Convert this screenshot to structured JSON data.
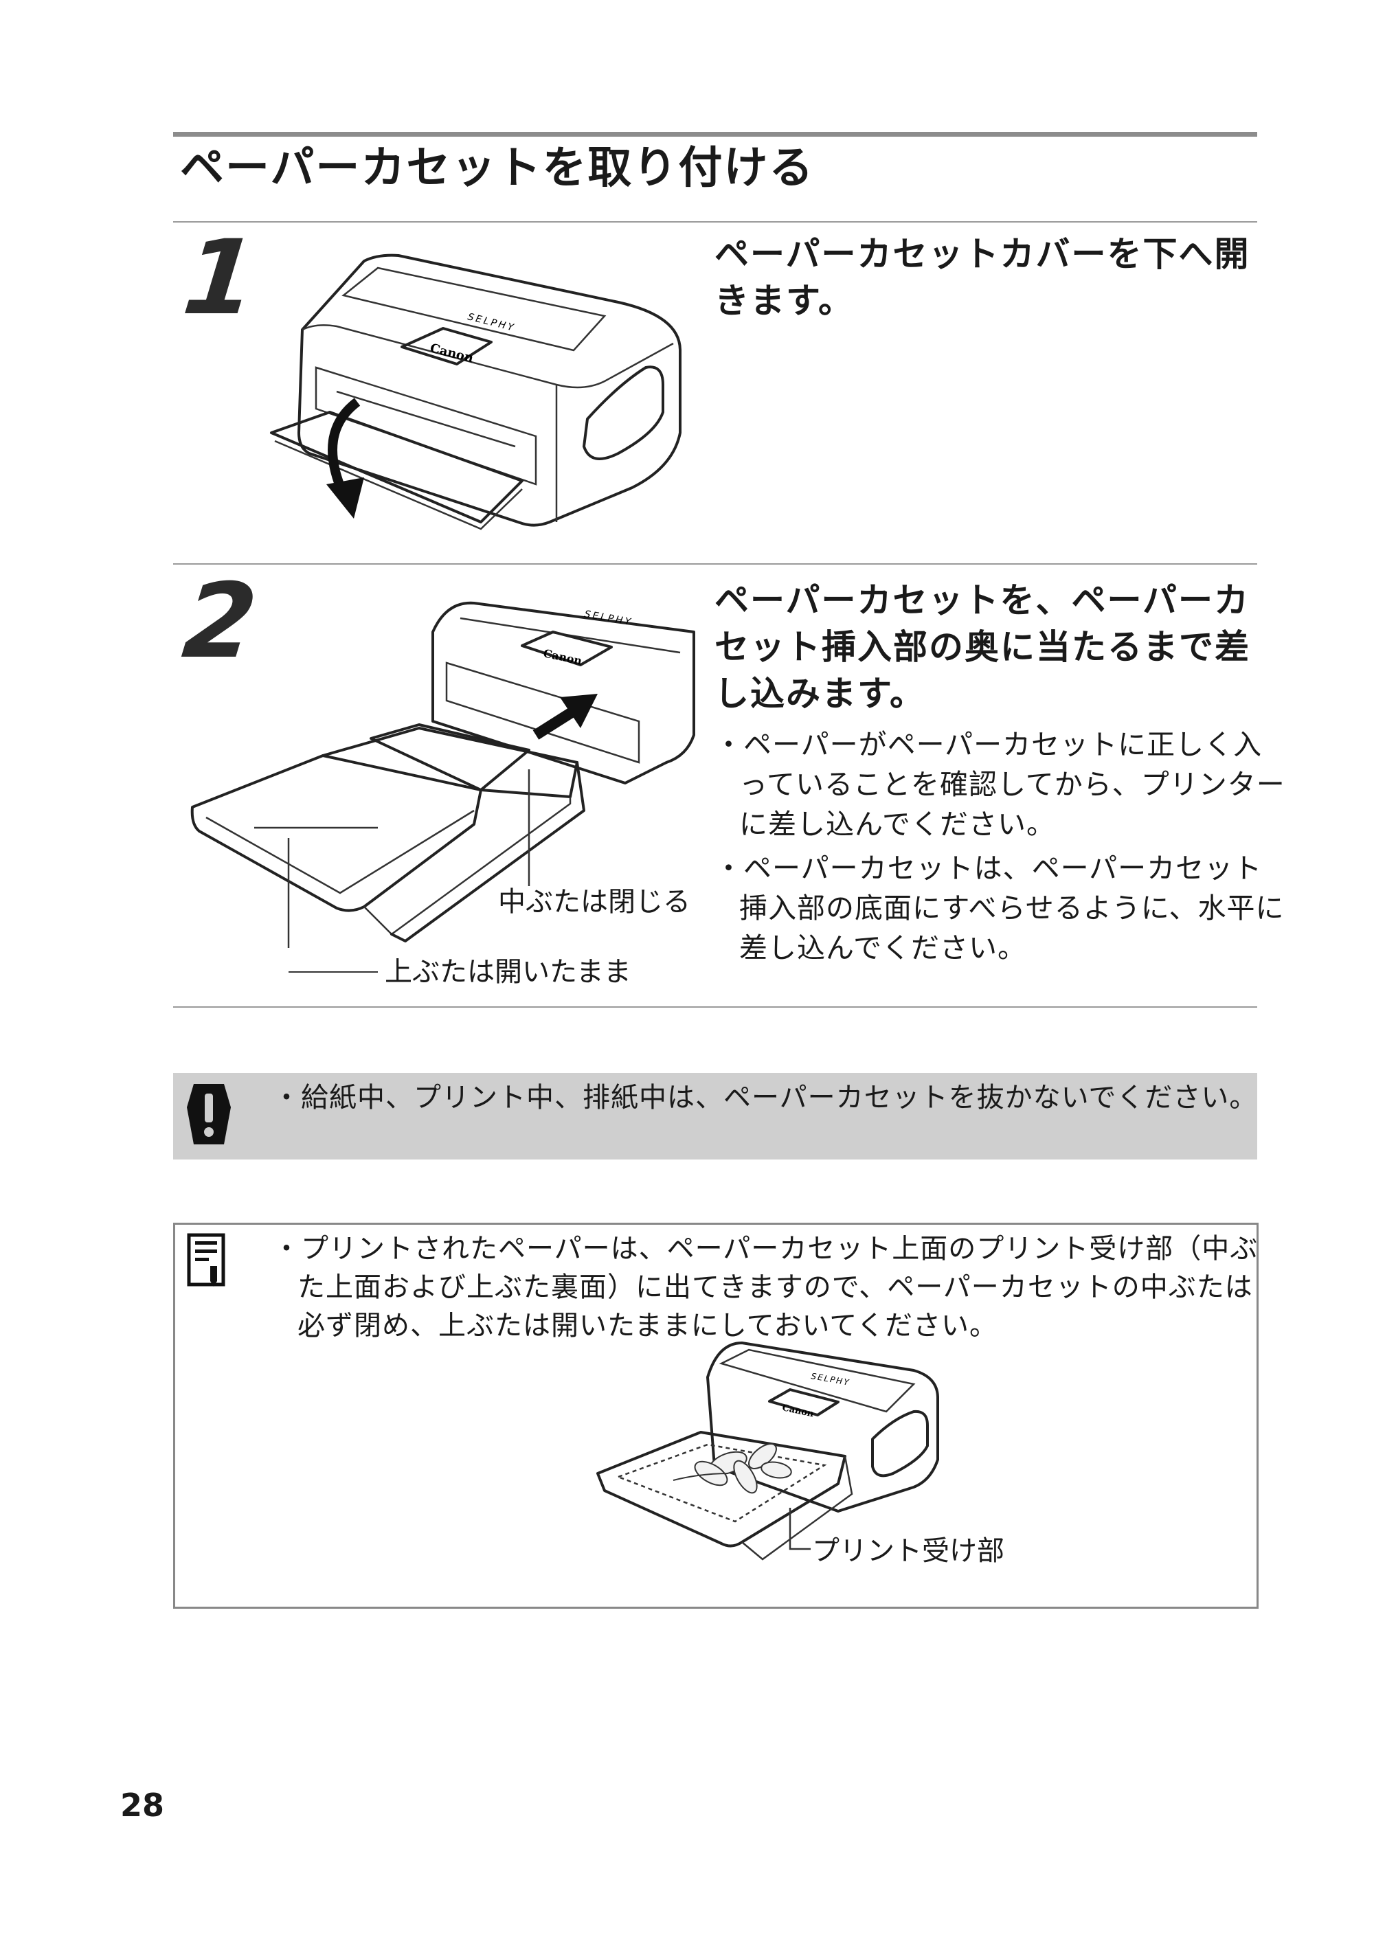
{
  "page": {
    "title": "ペーパーカセットを取り付ける",
    "page_number": "28"
  },
  "steps": [
    {
      "number": "1",
      "heading": "ペーパーカセットカバーを下へ開きます。",
      "bullets": []
    },
    {
      "number": "2",
      "heading": "ペーパーカセットを、ペーパーカセット挿入部の奥に当たるまで差し込みます。",
      "bullets": [
        "・ペーパーがペーパーカセットに正しく入っていることを確認してから、プリンターに差し込んでください。",
        "・ペーパーカセットは、ペーパーカセット挿入部の底面にすべらせるように、水平に差し込んでください。"
      ],
      "callouts": {
        "inner_lid": "中ぶたは閉じる",
        "upper_lid": "上ぶたは開いたまま"
      }
    }
  ],
  "illustration_text": {
    "brand": "Canon",
    "model": "SELPHY"
  },
  "caution": {
    "icon": "caution-icon",
    "text": "・給紙中、プリント中、排紙中は、ペーパーカセットを抜かないでください。"
  },
  "note": {
    "icon": "memo-icon",
    "text": "・プリントされたペーパーは、ペーパーカセット上面のプリント受け部（中ぶた上面および上ぶた裏面）に出てきますので、ペーパーカセットの中ぶたは必ず閉め、上ぶたは開いたままにしておいてください。",
    "callout": "プリント受け部"
  }
}
